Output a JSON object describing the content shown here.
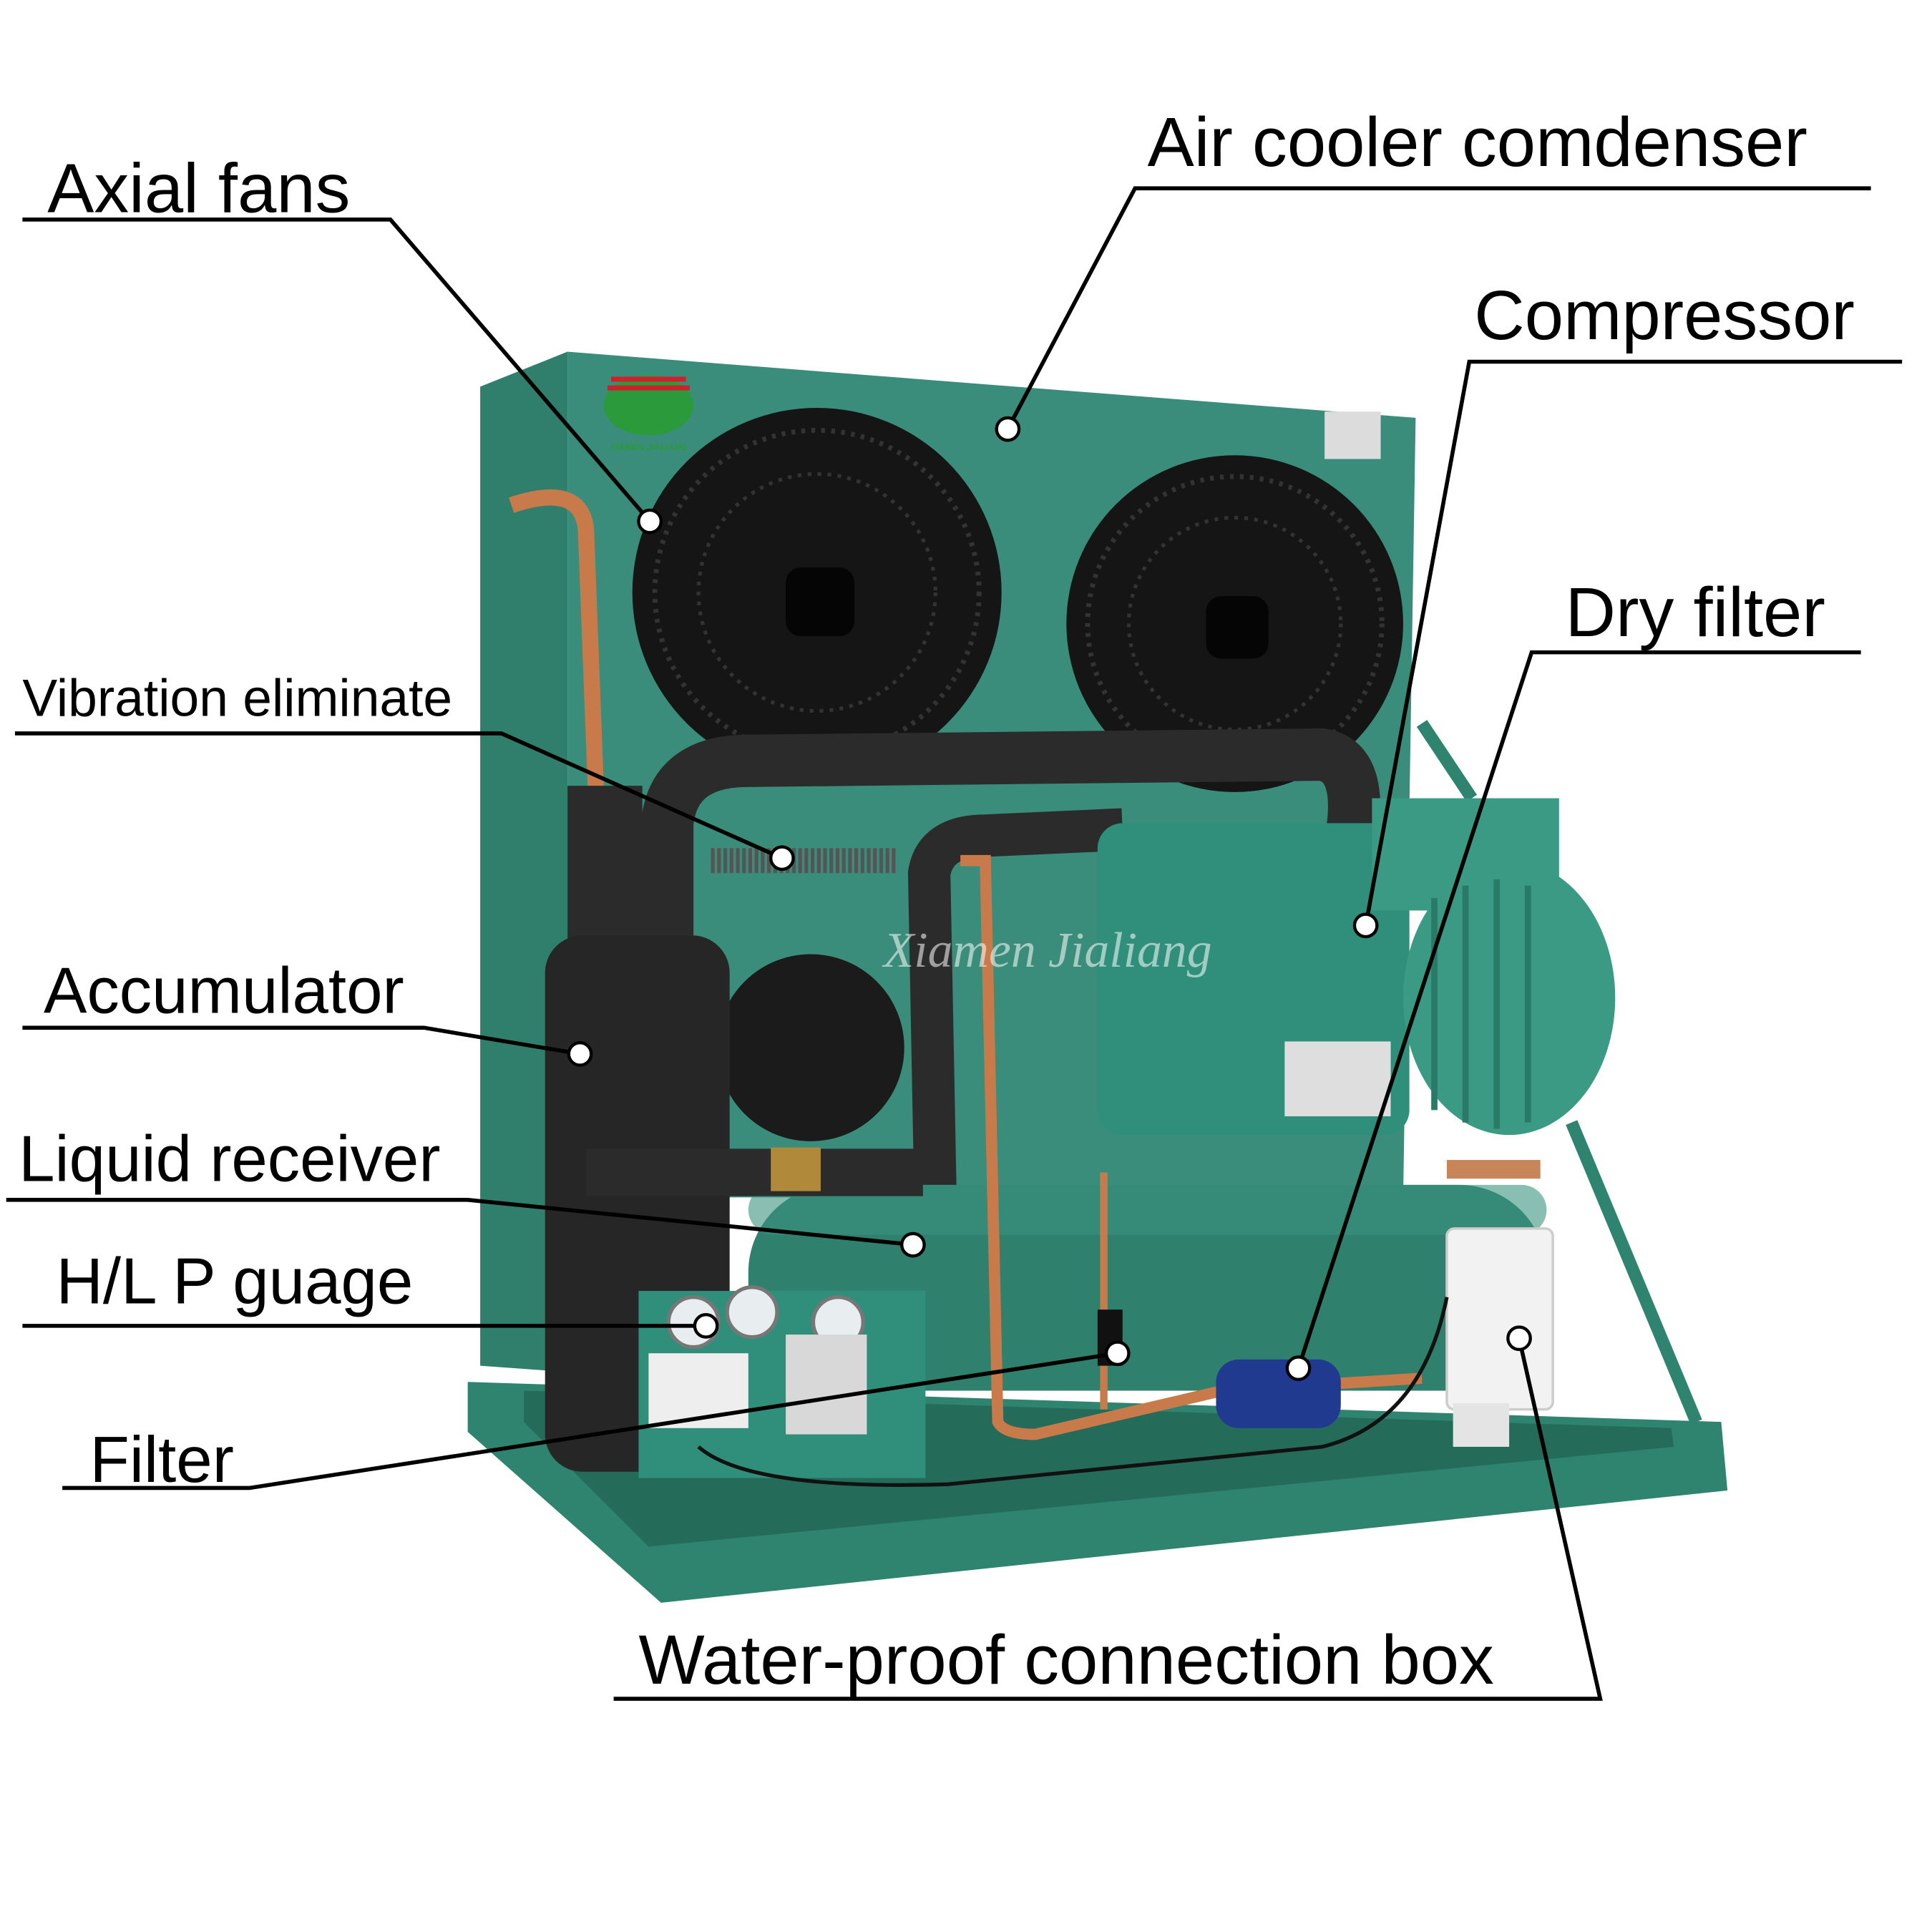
{
  "labels": {
    "axial_fans": "Axial fans",
    "air_cooler_condenser": "Air cooler comdenser",
    "compressor": "Compressor",
    "dry_filter": "Dry filter",
    "vibration_eliminate": "Vibration eliminate",
    "accumulator": "Accumulator",
    "liquid_receiver": "Liquid receiver",
    "hl_p_gauge": "H/L P guage",
    "filter": "Filter",
    "water_proof_box": "Water-proof connection box"
  },
  "logo": {
    "text": "XIAMEN JIALIANG"
  },
  "watermark": {
    "text": "Xiamen Jialiang"
  },
  "colors": {
    "body": "#2e7d6c",
    "panel": "#3a8a78",
    "insulation": "#2b2b2b",
    "copper": "#c97a4a",
    "dry_filter": "#1f3a8f"
  }
}
